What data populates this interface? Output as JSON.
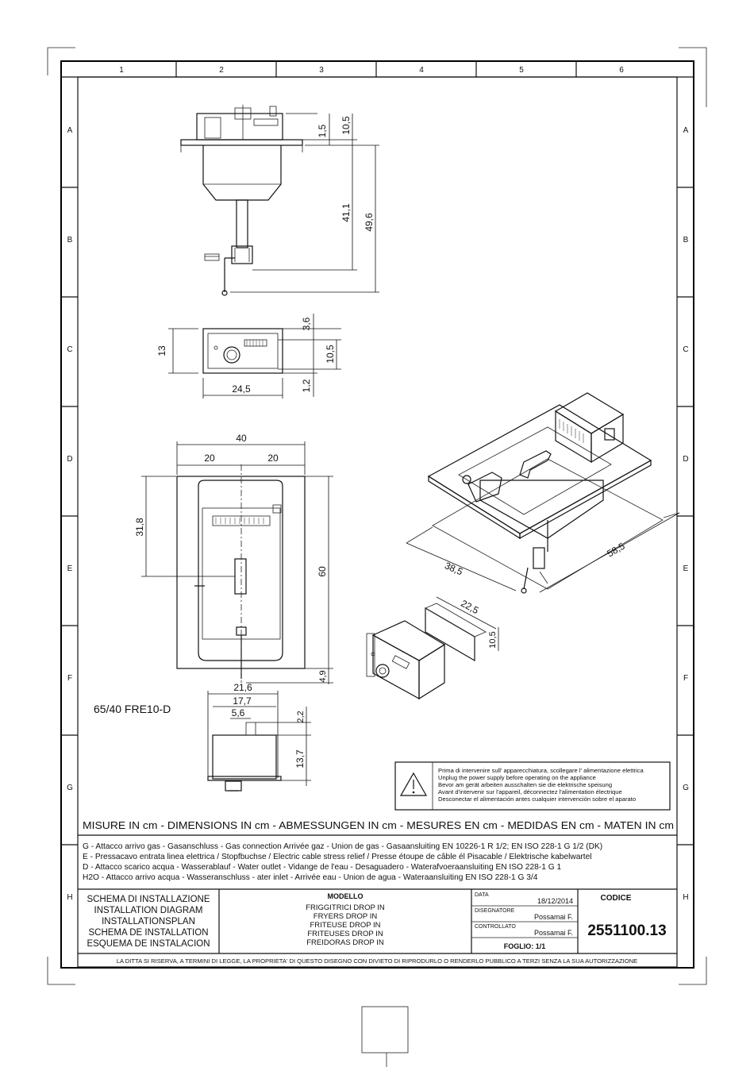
{
  "grid": {
    "columns": [
      "1",
      "2",
      "3",
      "4",
      "5",
      "6"
    ],
    "rows": [
      "A",
      "B",
      "C",
      "D",
      "E",
      "F",
      "G",
      "H"
    ]
  },
  "dimensions": {
    "view_a": {
      "d1": "1,5",
      "d2": "10,5",
      "d3": "41,1",
      "d4": "49,6"
    },
    "view_c": {
      "height": "13",
      "width": "24,5",
      "top": "3,6",
      "mid": "10,5",
      "bottom": "1,2"
    },
    "view_d": {
      "total_width": "40",
      "left_half": "20",
      "right_half": "20",
      "depth": "31,8",
      "height": "60",
      "bottom": "4,9"
    },
    "view_f": {
      "w1": "21,6",
      "w2": "17,7",
      "w3": "5,6",
      "h1": "2,2",
      "h2": "13,7"
    },
    "iso": {
      "width": "38,5",
      "length": "58,5"
    },
    "panel": {
      "width": "22,5",
      "height": "10,5"
    }
  },
  "model_code": "65/40 FRE10-D",
  "warning": {
    "icon": "warning-triangle-icon",
    "lines": [
      "Prima di intervenire sull' apparecchiatura, scollegare l' alimentazione elettrica",
      "Unplug the power supply before operating on the appliance",
      "Bevor am gerät arbeiten ausschalten sie die elektrische speisung",
      "Avant d'intervenir sur l'appareil, déconnectez l'alimentation électrique",
      "Desconectar el alimentación antes cualquier intervención sobre el aparato"
    ]
  },
  "units_line": "MISURE IN cm - DIMENSIONS IN cm - ABMESSUNGEN IN cm - MESURES EN cm - MEDIDAS EN cm - MATEN IN cm",
  "legend": [
    "G - Attacco arrivo gas - Gasanschluss - Gas connection Arrivée gaz - Union de gas - Gasaansluiting EN 10226-1 R 1/2; EN ISO 228-1 G 1/2 (DK)",
    "E - Pressacavo entrata linea elettrica / Stopfbuchse / Electric cable stress relief / Presse étoupe de câble él Pisacable / Elektrische kabelwartel",
    "D - Attacco scarico acqua - Wasserablauf - Water outlet - Vidange de l'eau - Desaguadero - Waterafvoeraansluiting EN ISO 228-1 G 1",
    "H2O - Attacco arrivo acqua - Wasseranschluss - ater inlet - Arrivée eau - Union de agua - Wateraansluiting EN ISO 228-1 G 3/4"
  ],
  "title_block": {
    "schema": [
      "SCHEMA DI INSTALLAZIONE",
      "INSTALLATION DIAGRAM",
      "INSTALLATIONSPLAN",
      "SCHEMA DE INSTALLATION",
      "ESQUEMA DE INSTALACION"
    ],
    "modello_label": "MODELLO",
    "modello": [
      "FRIGGITRICI DROP IN",
      "FRYERS DROP IN",
      "FRITEUSE DROP IN",
      "FRITEUSES DROP IN",
      "FREIDORAS DROP IN"
    ],
    "data_label": "DATA",
    "data": "18/12/2014",
    "disegnatore_label": "DISEGNATORE",
    "disegnatore": "Possamai F.",
    "controllato_label": "CONTROLLATO",
    "controllato": "Possamai F.",
    "foglio": "FOGLIO: 1/1",
    "codice_label": "CODICE",
    "codice": "2551100.13"
  },
  "disclaimer": "LA DITTA SI RISERVA, A TERMINI DI LEGGE, LA PROPRIETA' DI QUESTO DISEGNO CON DIVIETO DI RIPRODURLO O RENDERLO PUBBLICO A TERZI SENZA LA SUA AUTORIZZAZIONE",
  "gas_label": "G"
}
